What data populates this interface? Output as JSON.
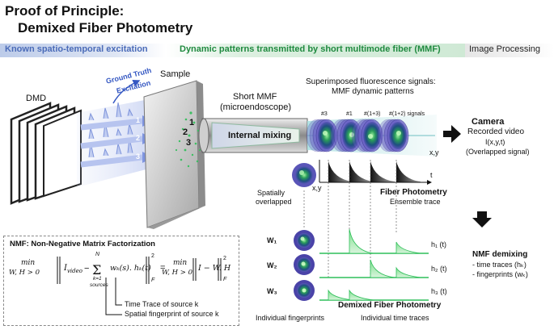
{
  "title": {
    "line1": "Proof of Principle:",
    "line2": "Demixed Fiber Photometry"
  },
  "headers": {
    "excitation": "Known spatio-temporal excitation",
    "patterns": "Dynamic patterns transmitted by short multimode fiber (MMF)",
    "processing": "Image Processing"
  },
  "labels": {
    "dmd": "DMD",
    "ground_truth": "Ground Truth",
    "excitation": "Excitation",
    "sample": "Sample",
    "short_mmf": "Short MMF",
    "microendoscope": "(microendoscope)",
    "internal_mixing": "Internal mixing",
    "superimposed_line1": "Superimposed fluorescence signals:",
    "superimposed_line2": "MMF dynamic patterns",
    "camera": "Camera",
    "recorded_video": "Recorded video",
    "ixyt": "I(x,y,t)",
    "overlapped_signal": "(Overlapped signal)",
    "xy_top": "x,y",
    "xy_mid": "x,y",
    "t_axis": "t",
    "spatially": "Spatially",
    "overlapped": "overlapped",
    "fiber_photometry": "Fiber Photometry",
    "ensemble_trace": "Ensemble trace",
    "nmf_demixing": "NMF demixing",
    "time_traces": "- time traces (hₖ)",
    "fingerprints": "- fingerprints (wₖ)",
    "demixed_fp": "Demixed Fiber Photometry",
    "individual_fingerprints": "Individual fingerprints",
    "individual_time_traces": "Individual time traces"
  },
  "beams": [
    "1",
    "2",
    "3"
  ],
  "spots": [
    "1",
    "2",
    "3"
  ],
  "frames": [
    "#3",
    "#1",
    "#(1+3)",
    "#(1+2) signals"
  ],
  "components": [
    {
      "w": "W₁",
      "h": "h₁ (t)"
    },
    {
      "w": "W₂",
      "h": "h₂ (t)"
    },
    {
      "w": "W₃",
      "h": "h₃ (t)"
    }
  ],
  "nmf": {
    "heading": "NMF: Non-Negative Matrix Factorization",
    "min": "min",
    "constraint": "W, H > 0",
    "i_video": "I",
    "video_sub": "video",
    "minus": "−",
    "sum_top": "N",
    "sum_bottom1": "k=1",
    "sum_bottom2": "sources",
    "term": "wₖ(s). hₖ(t)",
    "square": "2",
    "frob": "F",
    "equals": "=",
    "rhs": "I − W. H",
    "note_time": "Time Trace of source k",
    "note_spatial": "Spatial fingerprint of source k"
  },
  "colors": {
    "blue_accent": "#4a6bb8",
    "green_accent": "#1f8a3f",
    "trace_green": "#2fbf5a",
    "trace_black": "#222222"
  }
}
